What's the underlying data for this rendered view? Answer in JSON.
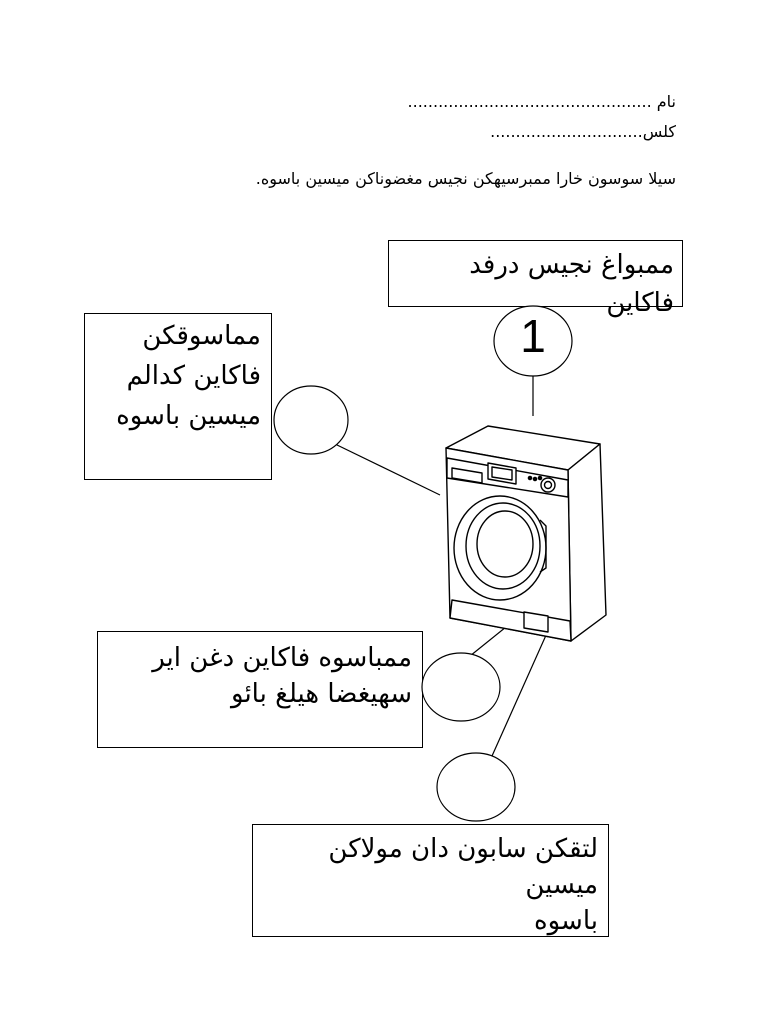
{
  "header": {
    "name_label": "نام ................................................",
    "class_label": "كلس..............................",
    "instruction": "سيلا سوسون خارا ممبرسيهكن نجيس مغضوناكن ميسين باسوه."
  },
  "boxes": {
    "box1": "ممبواغ نجيس درفد فاكاين",
    "box2": "مماسوقكن\nفاكاين كدالم\nميسين باسوه",
    "box3": "ممباسوه فاكاين دغن اير\nسهيغضا هيلغ بائو",
    "box4": "لتقكن سابون دان مولاكن ميسين\nباسوه"
  },
  "answers": {
    "circle1": "1"
  },
  "illustration": {
    "icon": "washing-machine-icon"
  }
}
